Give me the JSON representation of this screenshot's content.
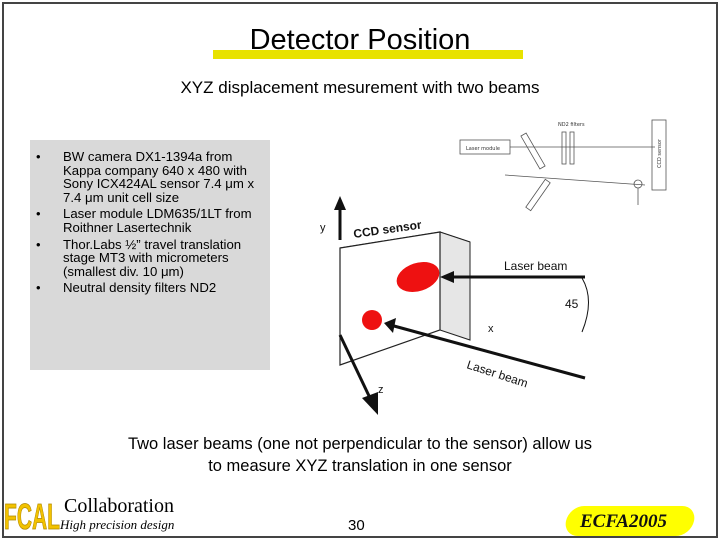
{
  "title": "Detector Position",
  "subtitle": "XYZ displacement mesurement with two beams",
  "bullets": [
    "BW camera DX1-1394a from Kappa company 640 x 480 with Sony ICX424AL sensor 7.4 μm x 7.4 μm unit cell size",
    "Laser module LDM635/1LT from Roithner Lasertechnik",
    "Thor.Labs ½” travel translation stage MT3 with micrometers (smallest div. 10 μm)",
    "Neutral density filters ND2"
  ],
  "bullet_marker": "•",
  "diagram": {
    "sensor_label": "CCD sensor",
    "beam1_label": "Laser beam",
    "beam2_label": "Laser beam",
    "angle_label": "45",
    "axis_x": "x",
    "axis_y": "y",
    "axis_z": "z",
    "inset": {
      "laser_module": "Laser module",
      "filters": "ND2 filters",
      "sensor": "CCD sensor"
    }
  },
  "footer_line1": "Two laser beams (one not perpendicular to the sensor) allow us",
  "footer_line2": "to measure XYZ translation in one sensor",
  "branding": {
    "logo": "FCAL",
    "collaboration": "Collaboration",
    "tagline": "High precision design",
    "event": "ECFA2005"
  },
  "page_number": "30",
  "colors": {
    "title_underline": "#e8e200",
    "bullet_box_bg": "#d9d9d9",
    "laser_spot": "#ee1111",
    "logo": "#f2c200",
    "event_badge": "#ffff00"
  }
}
